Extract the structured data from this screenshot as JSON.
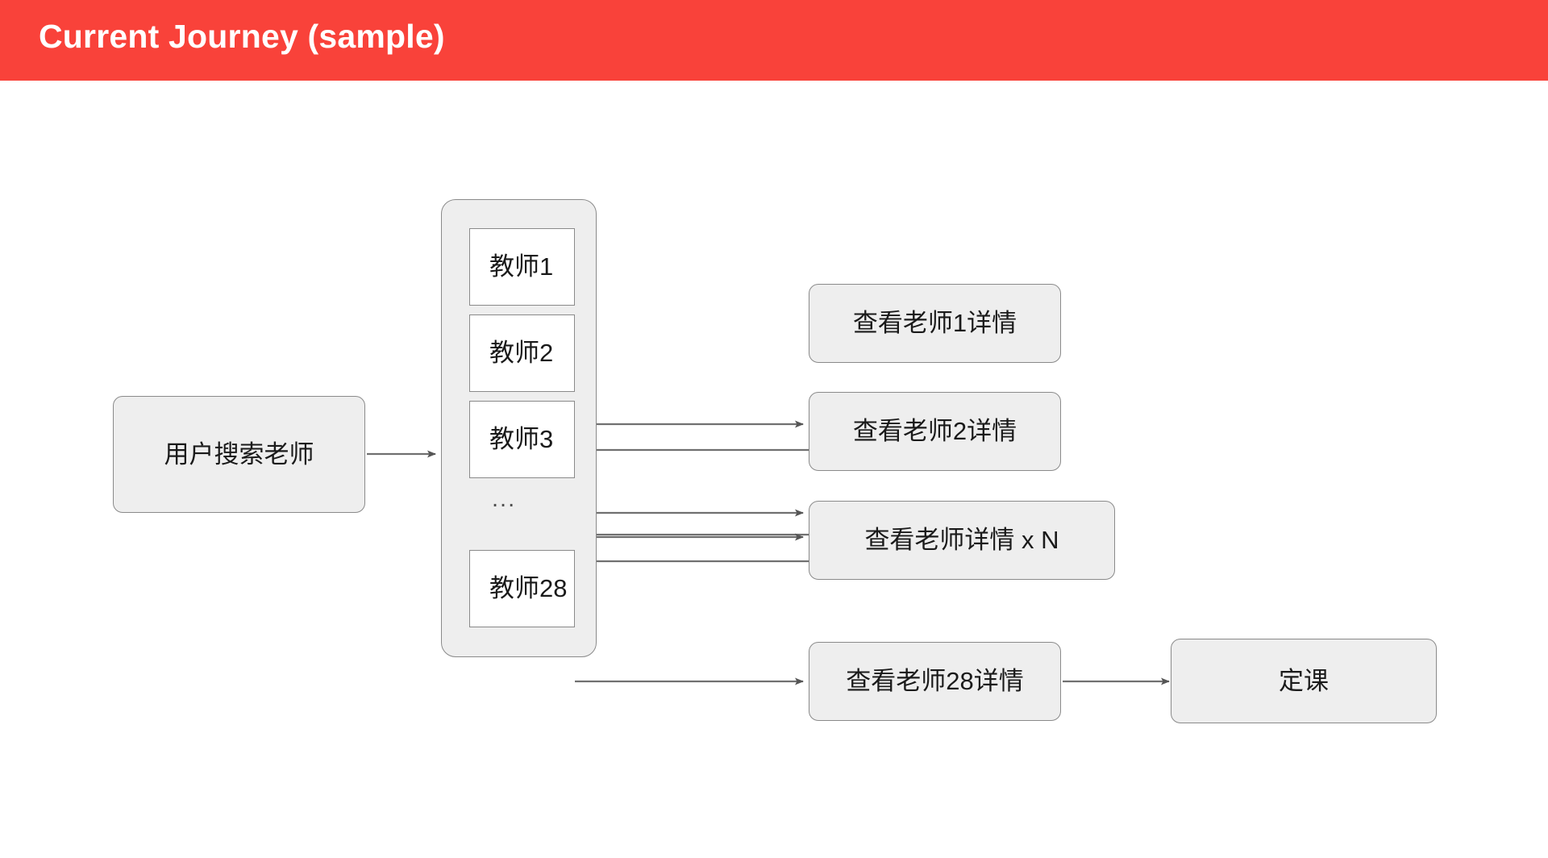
{
  "header": {
    "title": "Current Journey (sample)",
    "background_color": "#f9423a",
    "text_color": "#ffffff"
  },
  "theme": {
    "node_fill": "#eeeeee",
    "node_stroke": "#8a8a8a",
    "list_item_fill": "#ffffff",
    "text_color": "#1a1a1a",
    "canvas_background": "#ffffff",
    "connector_color": "#707070"
  },
  "diagram": {
    "type": "flowchart",
    "start_node": {
      "label": "用户搜索老师"
    },
    "teacher_list": {
      "ellipsis_label": "...",
      "items": [
        {
          "label": "教师1"
        },
        {
          "label": "教师2"
        },
        {
          "label": "教师3"
        },
        {
          "label": "教师28"
        }
      ]
    },
    "detail_nodes": [
      {
        "label": "查看老师1详情"
      },
      {
        "label": "查看老师2详情"
      },
      {
        "label": "查看老师详情 x N"
      },
      {
        "label": "查看老师28详情"
      }
    ],
    "end_node": {
      "label": "定课"
    }
  }
}
